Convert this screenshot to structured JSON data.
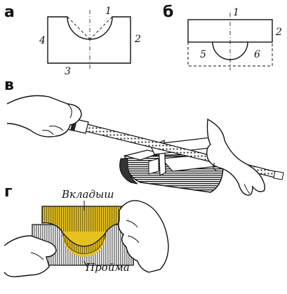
{
  "panels": {
    "a": {
      "letter": "а",
      "edges": [
        "1",
        "2",
        "3",
        "4"
      ]
    },
    "b": {
      "letter": "б",
      "edges": [
        "1",
        "2",
        "5",
        "6"
      ]
    },
    "v": {
      "letter": "в"
    },
    "g": {
      "letter": "г",
      "insert_label": "Вкладыш",
      "opening_label": "Пройма"
    }
  },
  "colors": {
    "ink": "#111111",
    "insert_yellow": "#e7c21e",
    "gray_stripe": "#8d8d8d"
  }
}
